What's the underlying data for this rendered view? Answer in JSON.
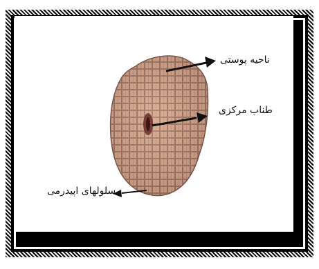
{
  "labels": {
    "cortex": "ناحیه پوستی",
    "central_cylinder": "طناب مرکزی",
    "epidermis": "سلولهای اپیدرمی"
  },
  "colors": {
    "cell_fill": "#d8ab92",
    "cell_wall": "#7a5a4e",
    "center": "#6b2c2c",
    "arrow": "#111111",
    "frame": "#000000"
  }
}
